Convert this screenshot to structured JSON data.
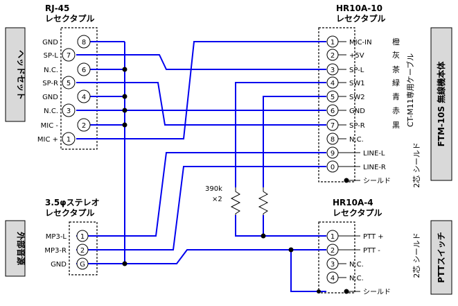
{
  "connectors": {
    "rj45": {
      "title": "RJ-45",
      "subtitle": "レセクタプル",
      "pins": [
        {
          "num": "8",
          "label": "GND"
        },
        {
          "num": "7",
          "label": "SP-L"
        },
        {
          "num": "6",
          "label": "N.C."
        },
        {
          "num": "5",
          "label": "SP-R"
        },
        {
          "num": "4",
          "label": "GND"
        },
        {
          "num": "3",
          "label": "N.C."
        },
        {
          "num": "2",
          "label": "MIC -"
        },
        {
          "num": "1",
          "label": "MIC +"
        }
      ]
    },
    "stereo": {
      "title": "3.5φステレオ",
      "subtitle": "レセクタプル",
      "pins": [
        {
          "num": "1",
          "label": "MP3-L"
        },
        {
          "num": "2",
          "label": "MP3-R"
        },
        {
          "num": "G",
          "label": "GND"
        }
      ]
    },
    "hr10a10": {
      "title": "HR10A-10",
      "subtitle": "レセクタプル",
      "pins": [
        {
          "num": "1",
          "label": "MIC-IN",
          "color": "橙"
        },
        {
          "num": "2",
          "label": "+5V",
          "color": "灰"
        },
        {
          "num": "3",
          "label": "SP-L",
          "color": "茶"
        },
        {
          "num": "4",
          "label": "SW1",
          "color": "緑"
        },
        {
          "num": "5",
          "label": "SW2",
          "color": "青"
        },
        {
          "num": "6",
          "label": "GND",
          "color": "赤"
        },
        {
          "num": "7",
          "label": "SP-R",
          "color": "黒"
        },
        {
          "num": "8",
          "label": "N.C.",
          "color": ""
        },
        {
          "num": "9",
          "label": "LINE-L",
          "color": ""
        },
        {
          "num": "0",
          "label": "LINE-R",
          "color": ""
        }
      ],
      "shield": "シールド"
    },
    "hr10a4": {
      "title": "HR10A-4",
      "subtitle": "レセクタプル",
      "pins": [
        {
          "num": "1",
          "label": "PTT +"
        },
        {
          "num": "2",
          "label": "PTT -"
        },
        {
          "num": "3",
          "label": "N.C."
        },
        {
          "num": "4",
          "label": "N.C."
        }
      ],
      "shield": "シールド"
    }
  },
  "side_labels": {
    "headset": "ヘッドセット",
    "external_audio": "外部音源",
    "ftm10s": "FTM-10S 無線機本体",
    "ptt_switch": "PTTスイッチ"
  },
  "cable_labels": {
    "ct_m11": "CT-M11専用ケーブル",
    "shield_2core_top": "2芯 シールド",
    "shield_2core_bottom": "2芯 シールド"
  },
  "resistors": {
    "value": "390k",
    "count": "×2"
  },
  "colors": {
    "wire": "#0000ee",
    "side_box": "#d9d9d9"
  }
}
